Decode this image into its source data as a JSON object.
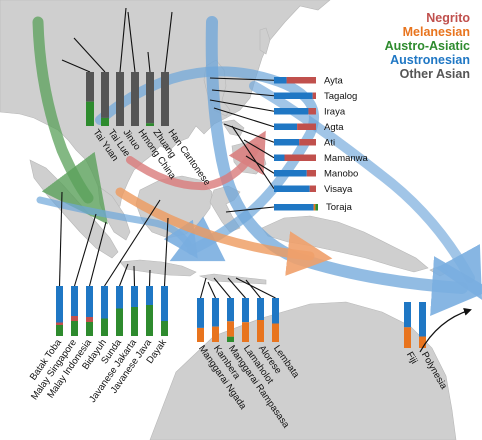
{
  "legend": {
    "items": [
      {
        "name": "Negrito",
        "color": "#c0504d"
      },
      {
        "name": "Melanesian",
        "color": "#e8741e"
      },
      {
        "name": "Austro-Asiatic",
        "color": "#2e8b2e"
      },
      {
        "name": "Austronesian",
        "color": "#1f77c4"
      },
      {
        "name": "Other Asian",
        "color": "#555555"
      }
    ]
  },
  "groups": {
    "mainland": [
      {
        "name": "Tai Yuan",
        "segments": {
          "Austro-Asiatic": 0.45,
          "Other Asian": 0.55
        }
      },
      {
        "name": "Tai Lue",
        "segments": {
          "Austro-Asiatic": 0.15,
          "Other Asian": 0.85
        }
      },
      {
        "name": "Jinuo",
        "segments": {
          "Other Asian": 1.0
        }
      },
      {
        "name": "Hmong China",
        "segments": {
          "Other Asian": 1.0
        }
      },
      {
        "name": "Zhuang",
        "segments": {
          "Austro-Asiatic": 0.05,
          "Other Asian": 0.95
        }
      },
      {
        "name": "Han Cantonese",
        "segments": {
          "Other Asian": 1.0
        }
      }
    ],
    "philippines": [
      {
        "name": "Ayta",
        "segments": {
          "Austronesian": 0.3,
          "Negrito": 0.7
        }
      },
      {
        "name": "Tagalog",
        "segments": {
          "Austronesian": 0.92,
          "Negrito": 0.08
        }
      },
      {
        "name": "Iraya",
        "segments": {
          "Austronesian": 0.82,
          "Negrito": 0.18
        }
      },
      {
        "name": "Agta",
        "segments": {
          "Austronesian": 0.55,
          "Negrito": 0.45
        }
      },
      {
        "name": "Ati",
        "segments": {
          "Austronesian": 0.6,
          "Negrito": 0.4
        }
      },
      {
        "name": "Mamanwa",
        "segments": {
          "Austronesian": 0.25,
          "Negrito": 0.75
        }
      },
      {
        "name": "Manobo",
        "segments": {
          "Austronesian": 0.78,
          "Negrito": 0.22
        }
      },
      {
        "name": "Visaya",
        "segments": {
          "Austronesian": 0.85,
          "Negrito": 0.15
        }
      }
    ],
    "toraja": {
      "name": "Toraja",
      "segments": {
        "Austronesian": 0.9,
        "Melanesian": 0.04,
        "Austro-Asiatic": 0.06
      }
    },
    "western": [
      {
        "name": "Batak Toba",
        "segments": {
          "Negrito": 0.05,
          "Austro-Asiatic": 0.22,
          "Austronesian": 0.73
        }
      },
      {
        "name": "Malay Singapore",
        "segments": {
          "Negrito": 0.1,
          "Austro-Asiatic": 0.3,
          "Austronesian": 0.6
        }
      },
      {
        "name": "Malay Indonesia",
        "segments": {
          "Negrito": 0.1,
          "Austro-Asiatic": 0.28,
          "Austronesian": 0.62
        }
      },
      {
        "name": "Bidayuh",
        "segments": {
          "Austro-Asiatic": 0.35,
          "Austronesian": 0.65
        }
      },
      {
        "name": "Sunda",
        "segments": {
          "Austro-Asiatic": 0.55,
          "Austronesian": 0.45
        }
      },
      {
        "name": "Javanese Jakarta",
        "segments": {
          "Austro-Asiatic": 0.58,
          "Austronesian": 0.42
        }
      },
      {
        "name": "Javanese Java",
        "segments": {
          "Austro-Asiatic": 0.62,
          "Austronesian": 0.38
        }
      },
      {
        "name": "Dayak",
        "segments": {
          "Austro-Asiatic": 0.3,
          "Austronesian": 0.7
        }
      }
    ],
    "eastern": [
      {
        "name": "Manggarai Ngada",
        "segments": {
          "Melanesian": 0.32,
          "Austronesian": 0.68
        }
      },
      {
        "name": "Kambera",
        "segments": {
          "Melanesian": 0.35,
          "Austronesian": 0.65
        }
      },
      {
        "name": "Manggarai Rampasasa",
        "segments": {
          "Austro-Asiatic": 0.12,
          "Melanesian": 0.35,
          "Austronesian": 0.53
        }
      },
      {
        "name": "Lamaholot",
        "segments": {
          "Melanesian": 0.45,
          "Austronesian": 0.55
        }
      },
      {
        "name": "Alorese",
        "segments": {
          "Melanesian": 0.5,
          "Austronesian": 0.5
        }
      },
      {
        "name": "Lembata",
        "segments": {
          "Melanesian": 0.42,
          "Austronesian": 0.58
        }
      }
    ],
    "pacific": [
      {
        "name": "Fiji",
        "segments": {
          "Melanesian": 0.45,
          "Austronesian": 0.55
        }
      },
      {
        "name": "Polynesia",
        "segments": {
          "Melanesian": 0.25,
          "Austronesian": 0.75
        }
      }
    ]
  }
}
